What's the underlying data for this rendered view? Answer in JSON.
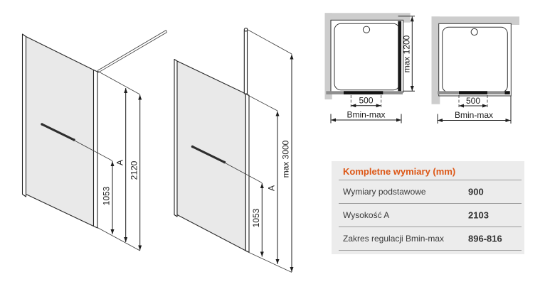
{
  "diagrams": {
    "panel1": {
      "dim_handle_height": "1053",
      "dim_adjust_height": "A",
      "dim_total_height": "2120"
    },
    "panel2": {
      "dim_handle_height": "1053",
      "dim_adjust_height": "A",
      "dim_max_height": "max 3000"
    },
    "tray1": {
      "dim_segment_width": "500",
      "dim_width_range": "Bmin-max",
      "dim_max_depth": "max 1200"
    },
    "tray2": {
      "dim_segment_width": "500",
      "dim_width_range": "Bmin-max"
    }
  },
  "spec_table": {
    "header": "Kompletne wymiary (mm)",
    "rows": [
      {
        "label": "Wymiary podstawowe",
        "value": "900"
      },
      {
        "label": "Wysokość A",
        "value": "2103"
      },
      {
        "label": "Zakres regulacji Bmin-max",
        "value": "896-816"
      }
    ]
  },
  "colors": {
    "accent_orange": "#dd5716",
    "table_background": "#ececec",
    "wall_gray": "#cdcdcd",
    "glass_gray": "#e9e9e9",
    "dark_bar": "#141414"
  }
}
